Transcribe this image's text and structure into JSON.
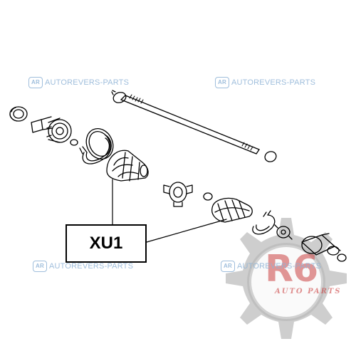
{
  "watermark_text": "AUTOREVERS-PARTS",
  "watermark_badge": "AR",
  "callout_label": "XU1",
  "logo": {
    "big": "R6",
    "sub": "AUTO PARTS"
  },
  "colors": {
    "line": "#000000",
    "watermark": "#8fb3d6",
    "logo_gear": "#9a9a9a",
    "logo_red": "#cc4444"
  }
}
